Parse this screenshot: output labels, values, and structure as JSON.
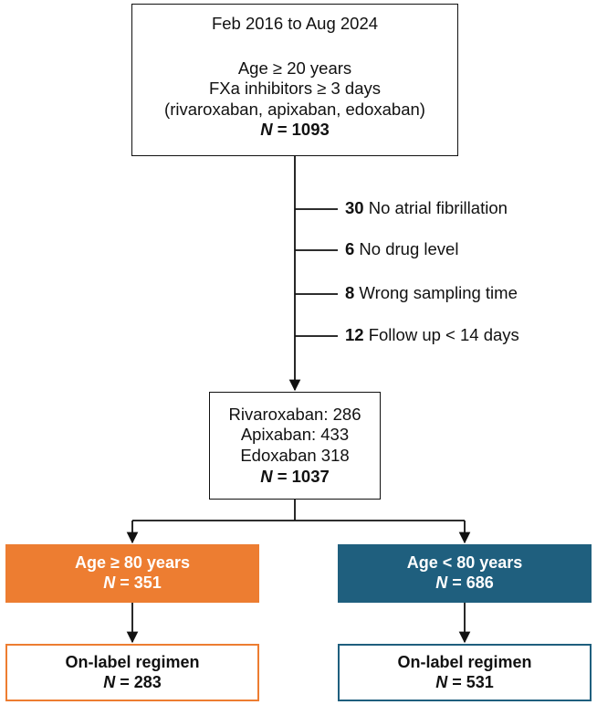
{
  "top_box": {
    "period": "Feb 2016 to Aug 2024",
    "criterion_age": "Age ≥ 20 years",
    "criterion_fxa": "FXa inhibitors ≥ 3 days",
    "drugs": "(rivaroxaban, apixaban, edoxaban)",
    "n_label": "N",
    "n_value": " = 1093"
  },
  "exclusions": [
    {
      "count": "30",
      "reason": " No atrial fibrillation"
    },
    {
      "count": "6",
      "reason": " No drug level"
    },
    {
      "count": "8",
      "reason": " Wrong sampling time"
    },
    {
      "count": "12",
      "reason": " Follow up < 14 days"
    }
  ],
  "middle_box": {
    "rivaroxaban": "Rivaroxaban: 286",
    "apixaban": "Apixaban: 433",
    "edoxaban": "Edoxaban 318",
    "n_label": "N",
    "n_value": " = 1037"
  },
  "groups": {
    "older": {
      "title": "Age ≥ 80 years",
      "n_label": "N",
      "n_value": " = 351"
    },
    "younger": {
      "title": "Age < 80 years",
      "n_label": "N",
      "n_value": " = 686"
    }
  },
  "outcomes": {
    "older": {
      "title": "On-label regimen",
      "n_label": "N",
      "n_value": " = 283"
    },
    "younger": {
      "title": "On-label regimen",
      "n_label": "N",
      "n_value": " = 531"
    }
  },
  "colors": {
    "older": "#ed7d31",
    "younger": "#1f5f7e",
    "line": "#111111"
  }
}
